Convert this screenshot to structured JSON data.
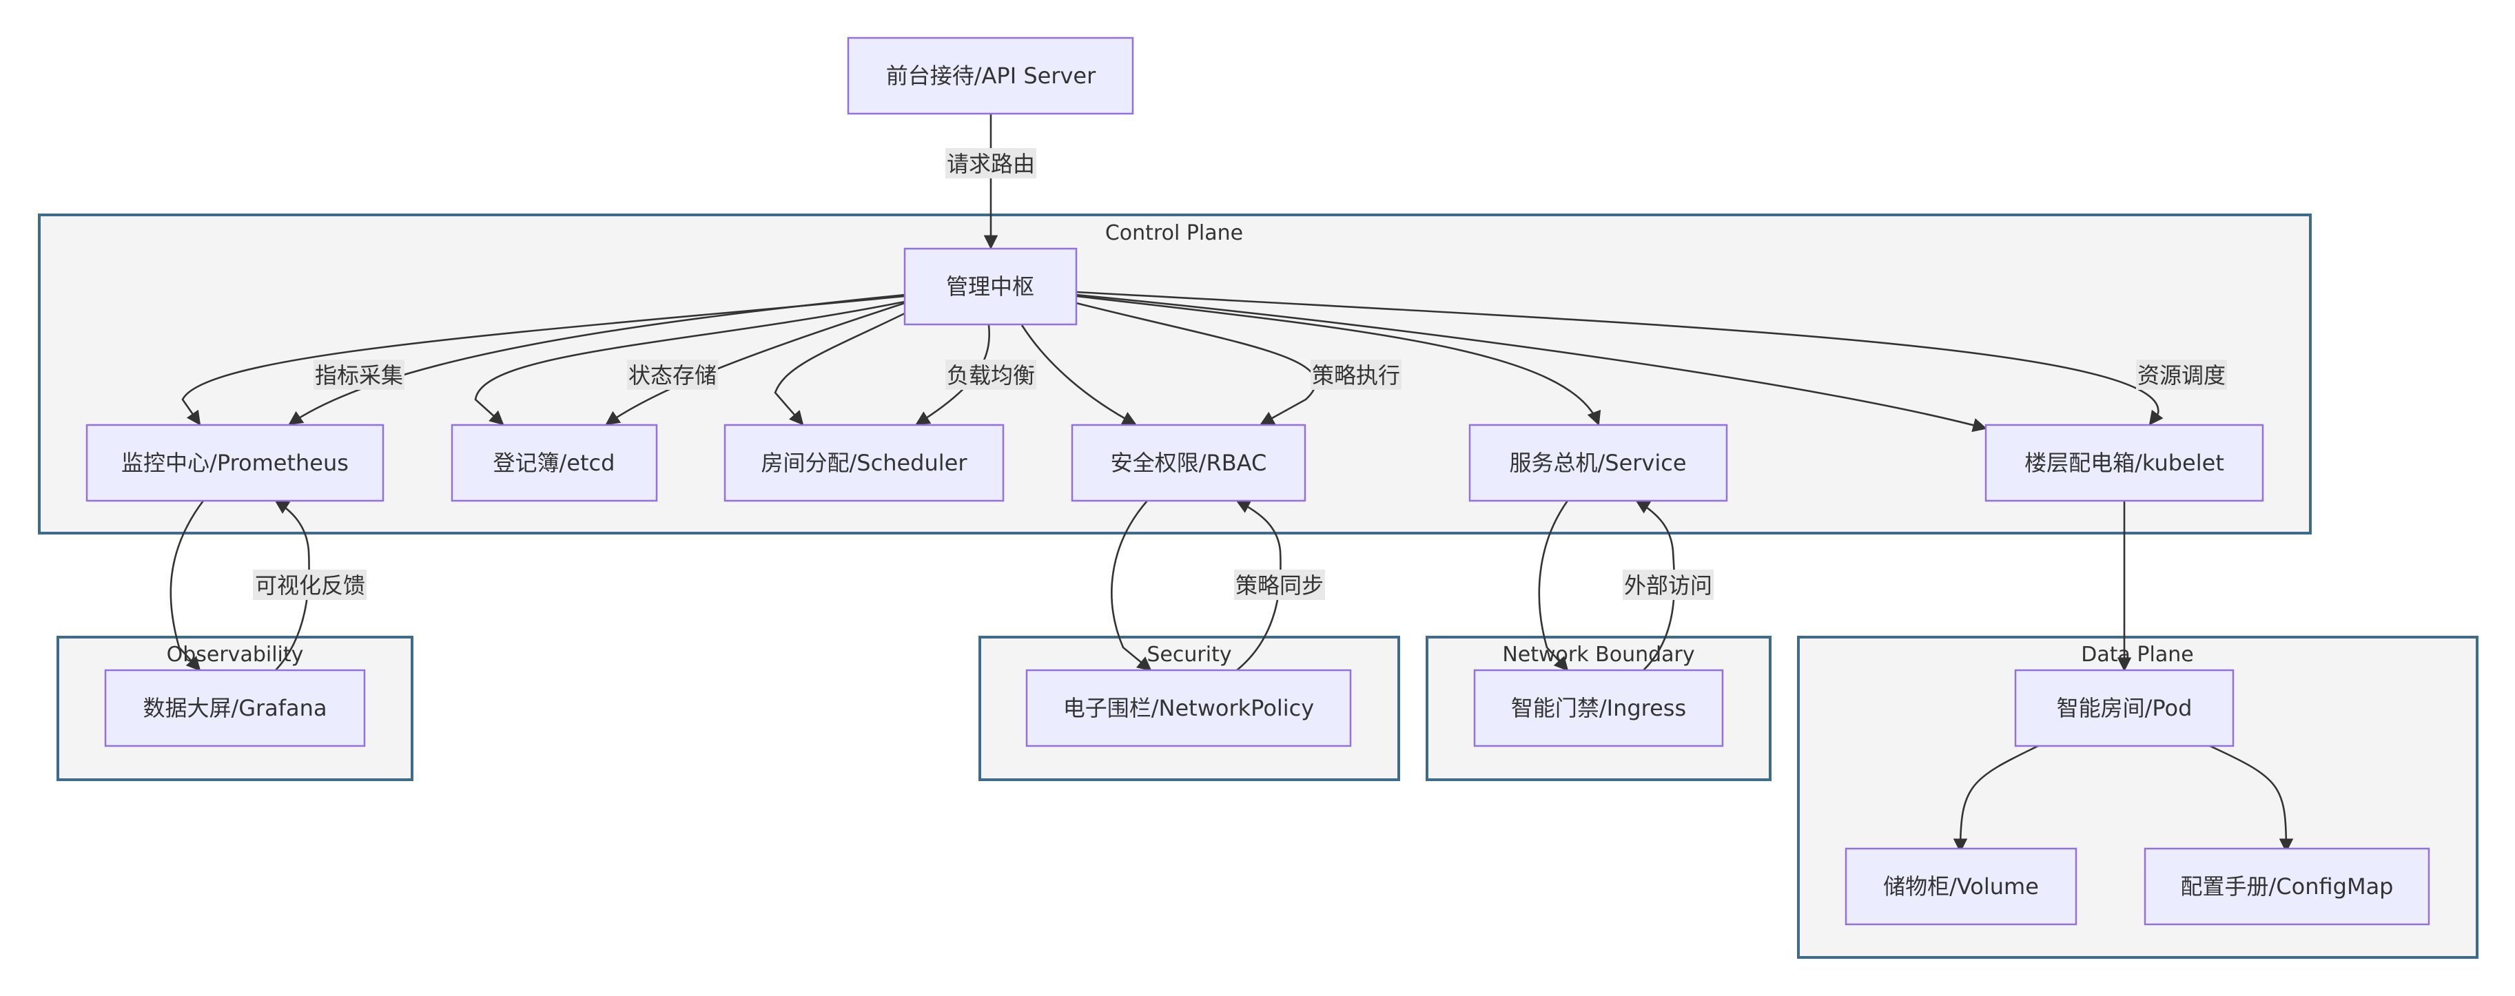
{
  "clusters": {
    "control": "Control Plane",
    "observability": "Observability",
    "security": "Security",
    "network": "Network Boundary",
    "data": "Data Plane"
  },
  "nodes": {
    "api": "前台接待/API Server",
    "hub": "管理中枢",
    "prom": "监控中心/Prometheus",
    "etcd": "登记簿/etcd",
    "sched": "房间分配/Scheduler",
    "rbac": "安全权限/RBAC",
    "svc": "服务总机/Service",
    "kubelet": "楼层配电箱/kubelet",
    "grafana": "数据大屏/Grafana",
    "netpol": "电子围栏/NetworkPolicy",
    "ingress": "智能门禁/Ingress",
    "pod": "智能房间/Pod",
    "volume": "储物柜/Volume",
    "configmap": "配置手册/ConfigMap"
  },
  "edges": {
    "api_hub": "请求路由",
    "hub_prom": "指标采集",
    "hub_etcd": "状态存储",
    "hub_sched": "负载均衡",
    "hub_svc": "策略执行",
    "hub_kubelet": "资源调度",
    "grafana_prom": "可视化反馈",
    "netpol_rbac": "策略同步",
    "ingress_svc": "外部访问"
  },
  "colors": {
    "cluster_fill": "#f4f4f4",
    "cluster_border": "#3d6b8c",
    "node_fill": "#ececff",
    "node_border": "#9370db",
    "edge": "#333333",
    "edge_label_bg": "#e8e8e8"
  }
}
